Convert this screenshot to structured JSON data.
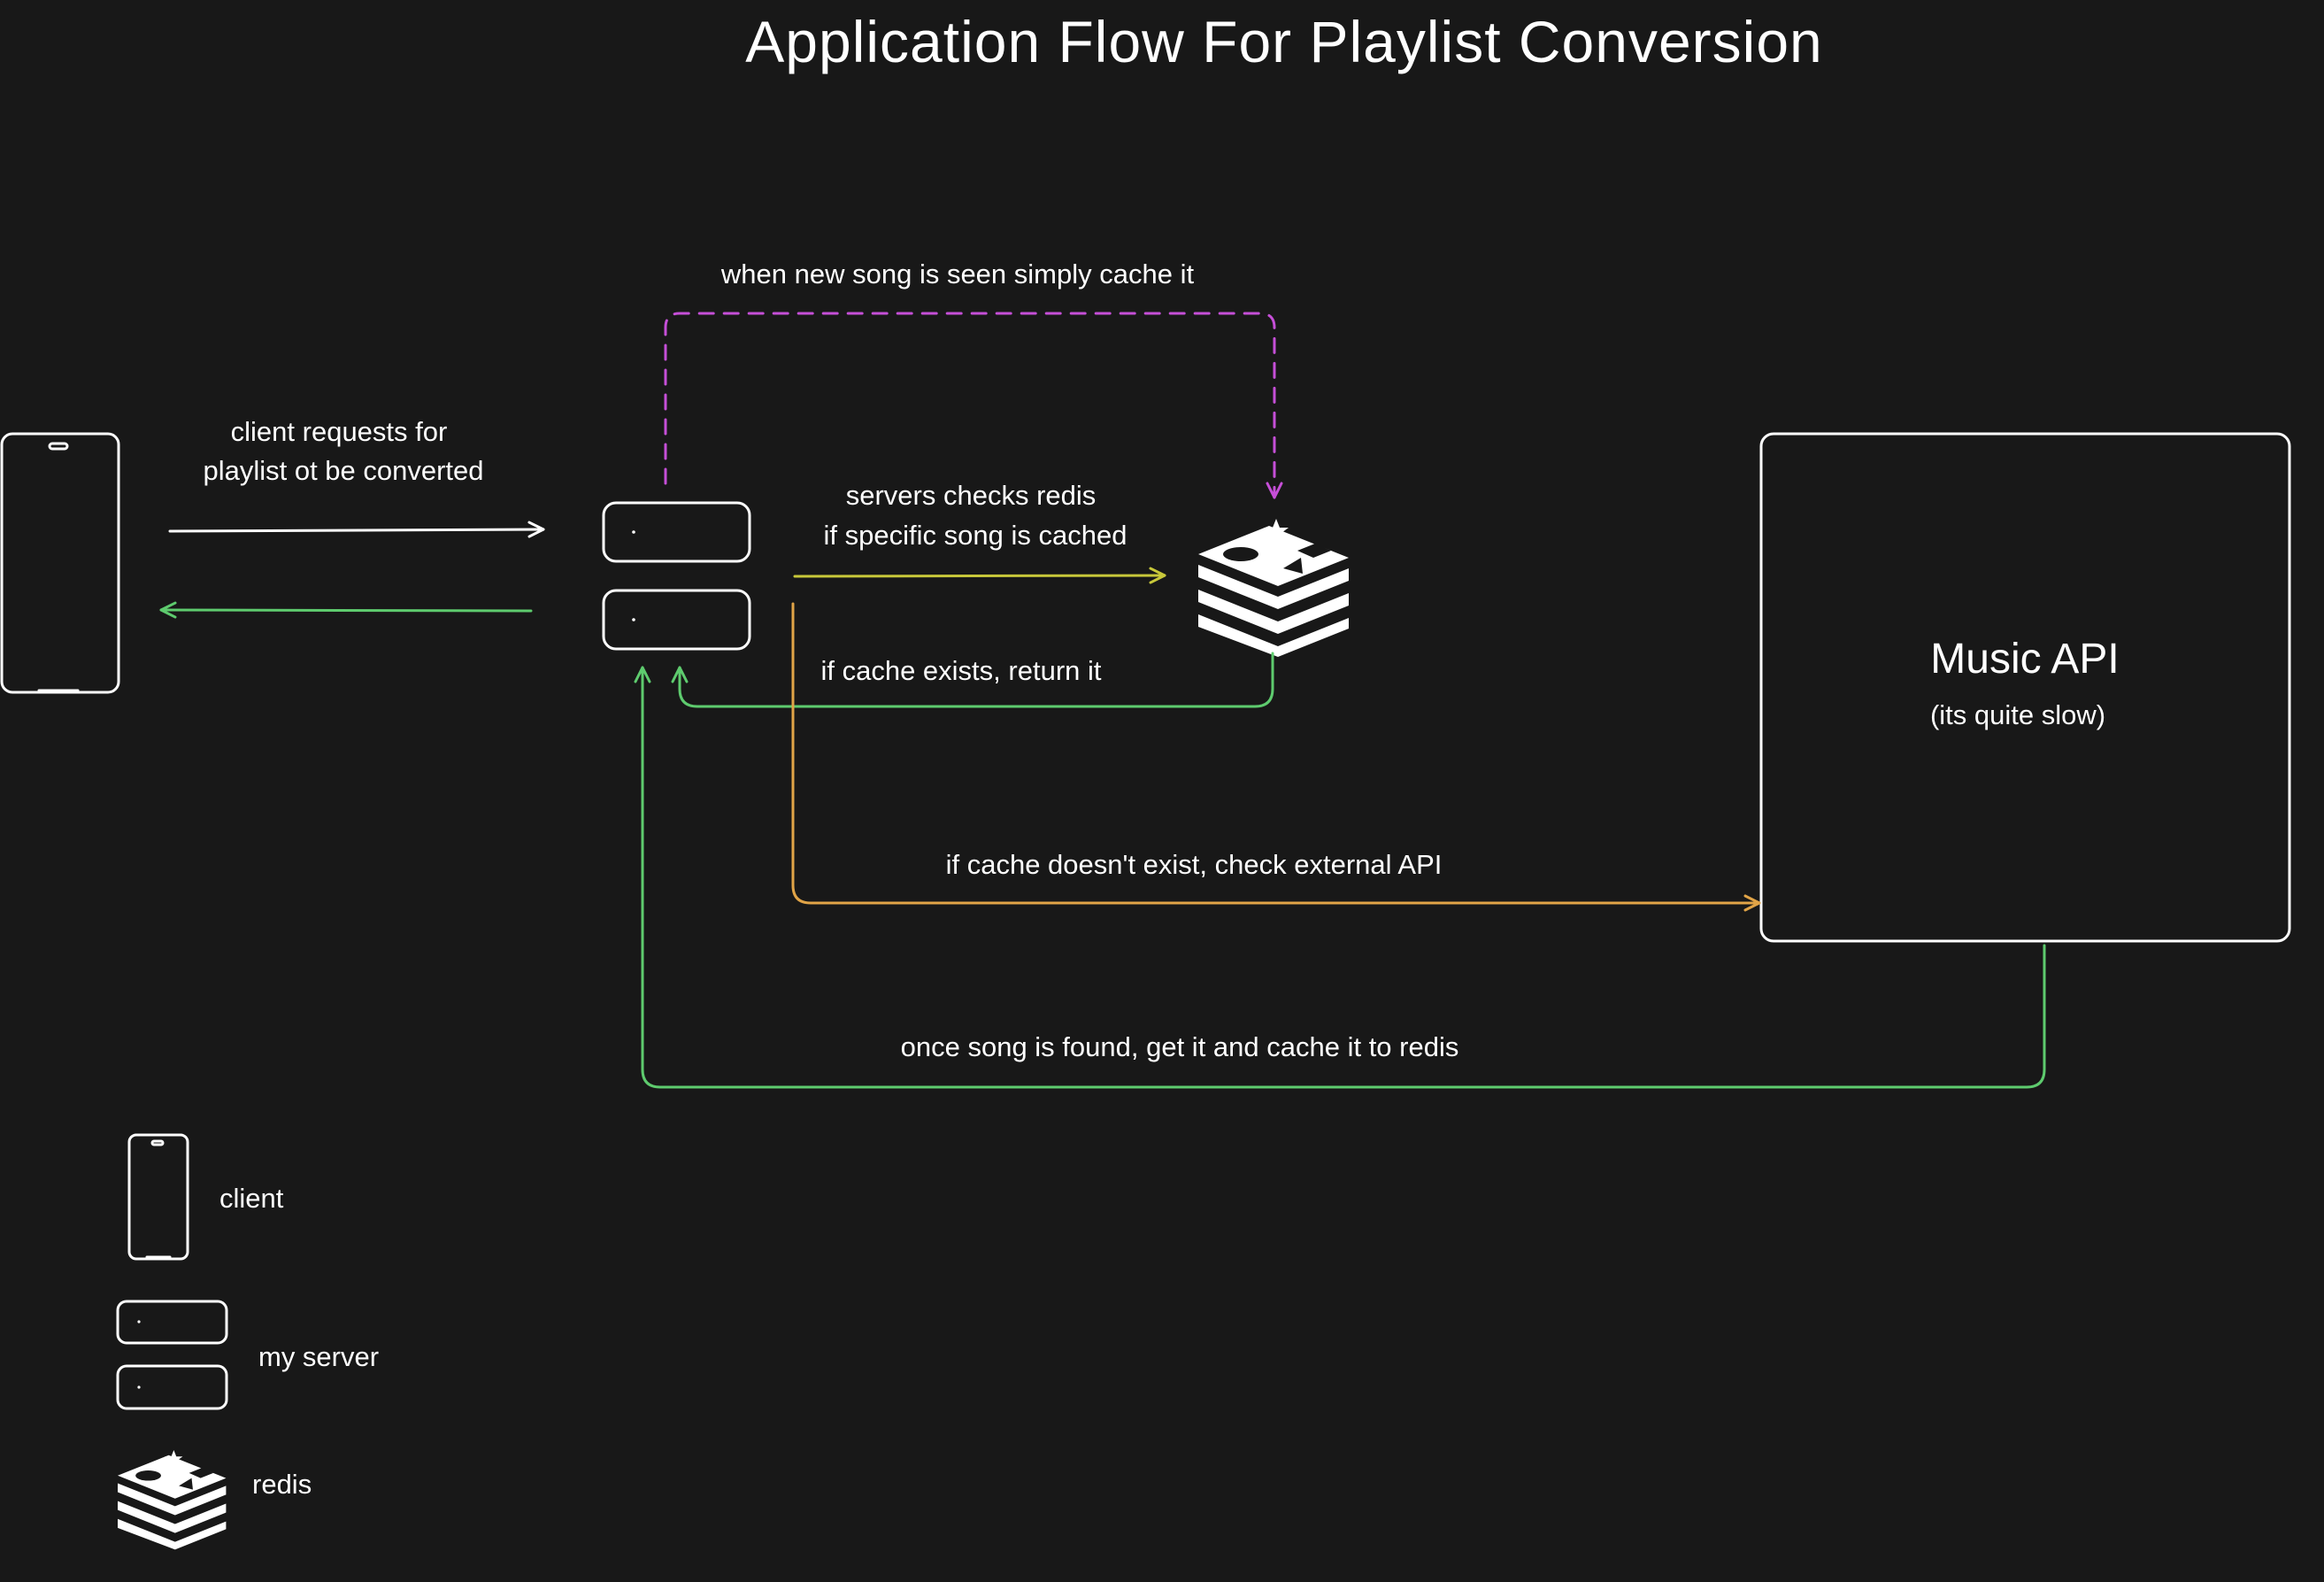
{
  "title": "Application Flow For Playlist Conversion",
  "colors": {
    "background": "#181818",
    "foreground": "#ffffff",
    "request_arrow": "#ffffff",
    "response_arrow": "#5ecb6e",
    "check_cache_arrow": "#c8c83a",
    "external_api_arrow": "#e1a447",
    "cache_write_arrow": "#c64fd8"
  },
  "nodes": {
    "client": {
      "icon": "phone-icon"
    },
    "server": {
      "icon": "server-stack-icon"
    },
    "redis": {
      "icon": "redis-icon"
    },
    "music_api": {
      "title": "Music API",
      "subtitle": "(its quite slow)"
    }
  },
  "edges": {
    "client_request": {
      "line1": "client requests for",
      "line2": "playlist ot be converted"
    },
    "cache_new_song": {
      "label": "when new song is seen simply cache it"
    },
    "check_redis": {
      "line1": "servers checks redis",
      "line2": "if specific song is cached"
    },
    "cache_return": {
      "label": "if cache exists, return it"
    },
    "external_api": {
      "label": "if cache doesn't exist, check external API"
    },
    "api_return": {
      "label": "once song is found, get it and cache it to redis"
    }
  },
  "legend": {
    "items": [
      {
        "icon": "phone-icon",
        "label": "client"
      },
      {
        "icon": "server-stack-icon",
        "label": "my server"
      },
      {
        "icon": "redis-icon",
        "label": "redis"
      }
    ]
  }
}
